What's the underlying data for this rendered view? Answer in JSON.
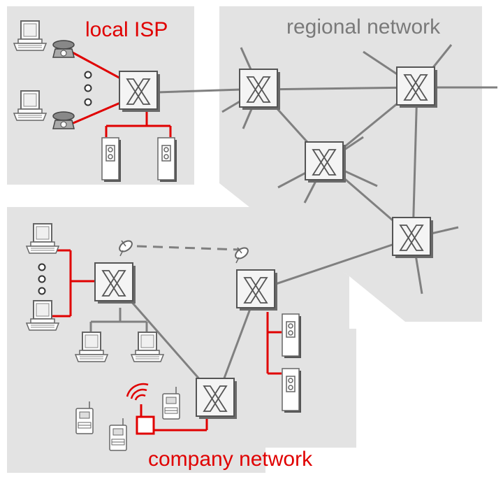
{
  "labels": {
    "local_isp": "local ISP",
    "regional_network": "regional network",
    "company_network": "company network"
  },
  "icons": [
    "router-x-icon",
    "computer-icon",
    "telephone-icon",
    "server-icon",
    "satellite-dish-icon",
    "handheld-device-icon",
    "wireless-access-point-icon",
    "ellipsis-dots-icon"
  ],
  "colors": {
    "region_fill": "#e3e3e3",
    "link_gray": "#808080",
    "access_red": "#e00000",
    "label_red": "#e00000",
    "label_gray": "#7a7a7a"
  }
}
